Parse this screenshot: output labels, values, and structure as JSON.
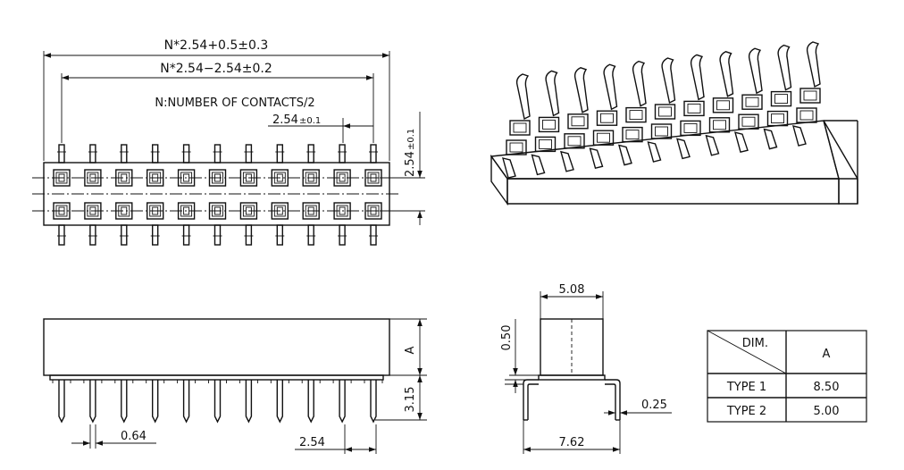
{
  "top_view": {
    "overall_dim": "N*2.54+0.5±0.3",
    "pin_span_dim": "N*2.54−2.54±0.2",
    "note": "N:NUMBER OF CONTACTS/2",
    "pitch_value": "2.54",
    "pitch_tol": "±0.1",
    "row_pitch_value": "2.54",
    "row_pitch_tol": "±0.1",
    "pins_per_row": 11
  },
  "side_view": {
    "height_label": "A",
    "tail_length": "3.15",
    "pin_width": "0.64",
    "pitch": "2.54"
  },
  "end_view": {
    "body_width": "5.08",
    "standoff": "0.50",
    "pin_thickness": "0.25",
    "row_spacing": "7.62"
  },
  "dim_table": {
    "header_diag": "DIM.",
    "header_col": "A",
    "rows": [
      {
        "type": "TYPE 1",
        "a": "8.50"
      },
      {
        "type": "TYPE 2",
        "a": "5.00"
      }
    ]
  }
}
